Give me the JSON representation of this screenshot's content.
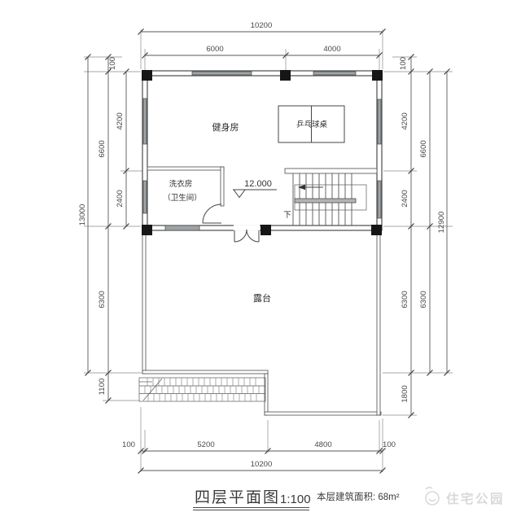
{
  "title": {
    "name": "四层平面图",
    "scale": "1:100",
    "area": "本层建筑面积: 68m²"
  },
  "watermark": {
    "text": "住宅公园"
  },
  "rooms": {
    "gym": "健身房",
    "ping_pong": "乒乓球桌",
    "laundry": "洗衣房",
    "laundry_sub": "（卫生间）",
    "terrace": "露台",
    "down": "下",
    "elevation": "12.000"
  },
  "dims": {
    "top_total": "10200",
    "top_6000": "6000",
    "top_4000": "4000",
    "left_100": "100",
    "right_100_top": "100",
    "left_13000": "13000",
    "left_6600": "6600",
    "left_6300": "6300",
    "left_1100": "1100",
    "left_4200": "4200",
    "left_2400": "2400",
    "right_4200": "4200",
    "right_2400": "2400",
    "right_6300": "6300",
    "right_1800": "1800",
    "right_6600": "6600",
    "right_6300b": "6300",
    "right_12900": "12900",
    "bot_100_l": "100",
    "bot_5200": "5200",
    "bot_4800": "4800",
    "bot_100_r": "100",
    "bot_total": "10200"
  }
}
